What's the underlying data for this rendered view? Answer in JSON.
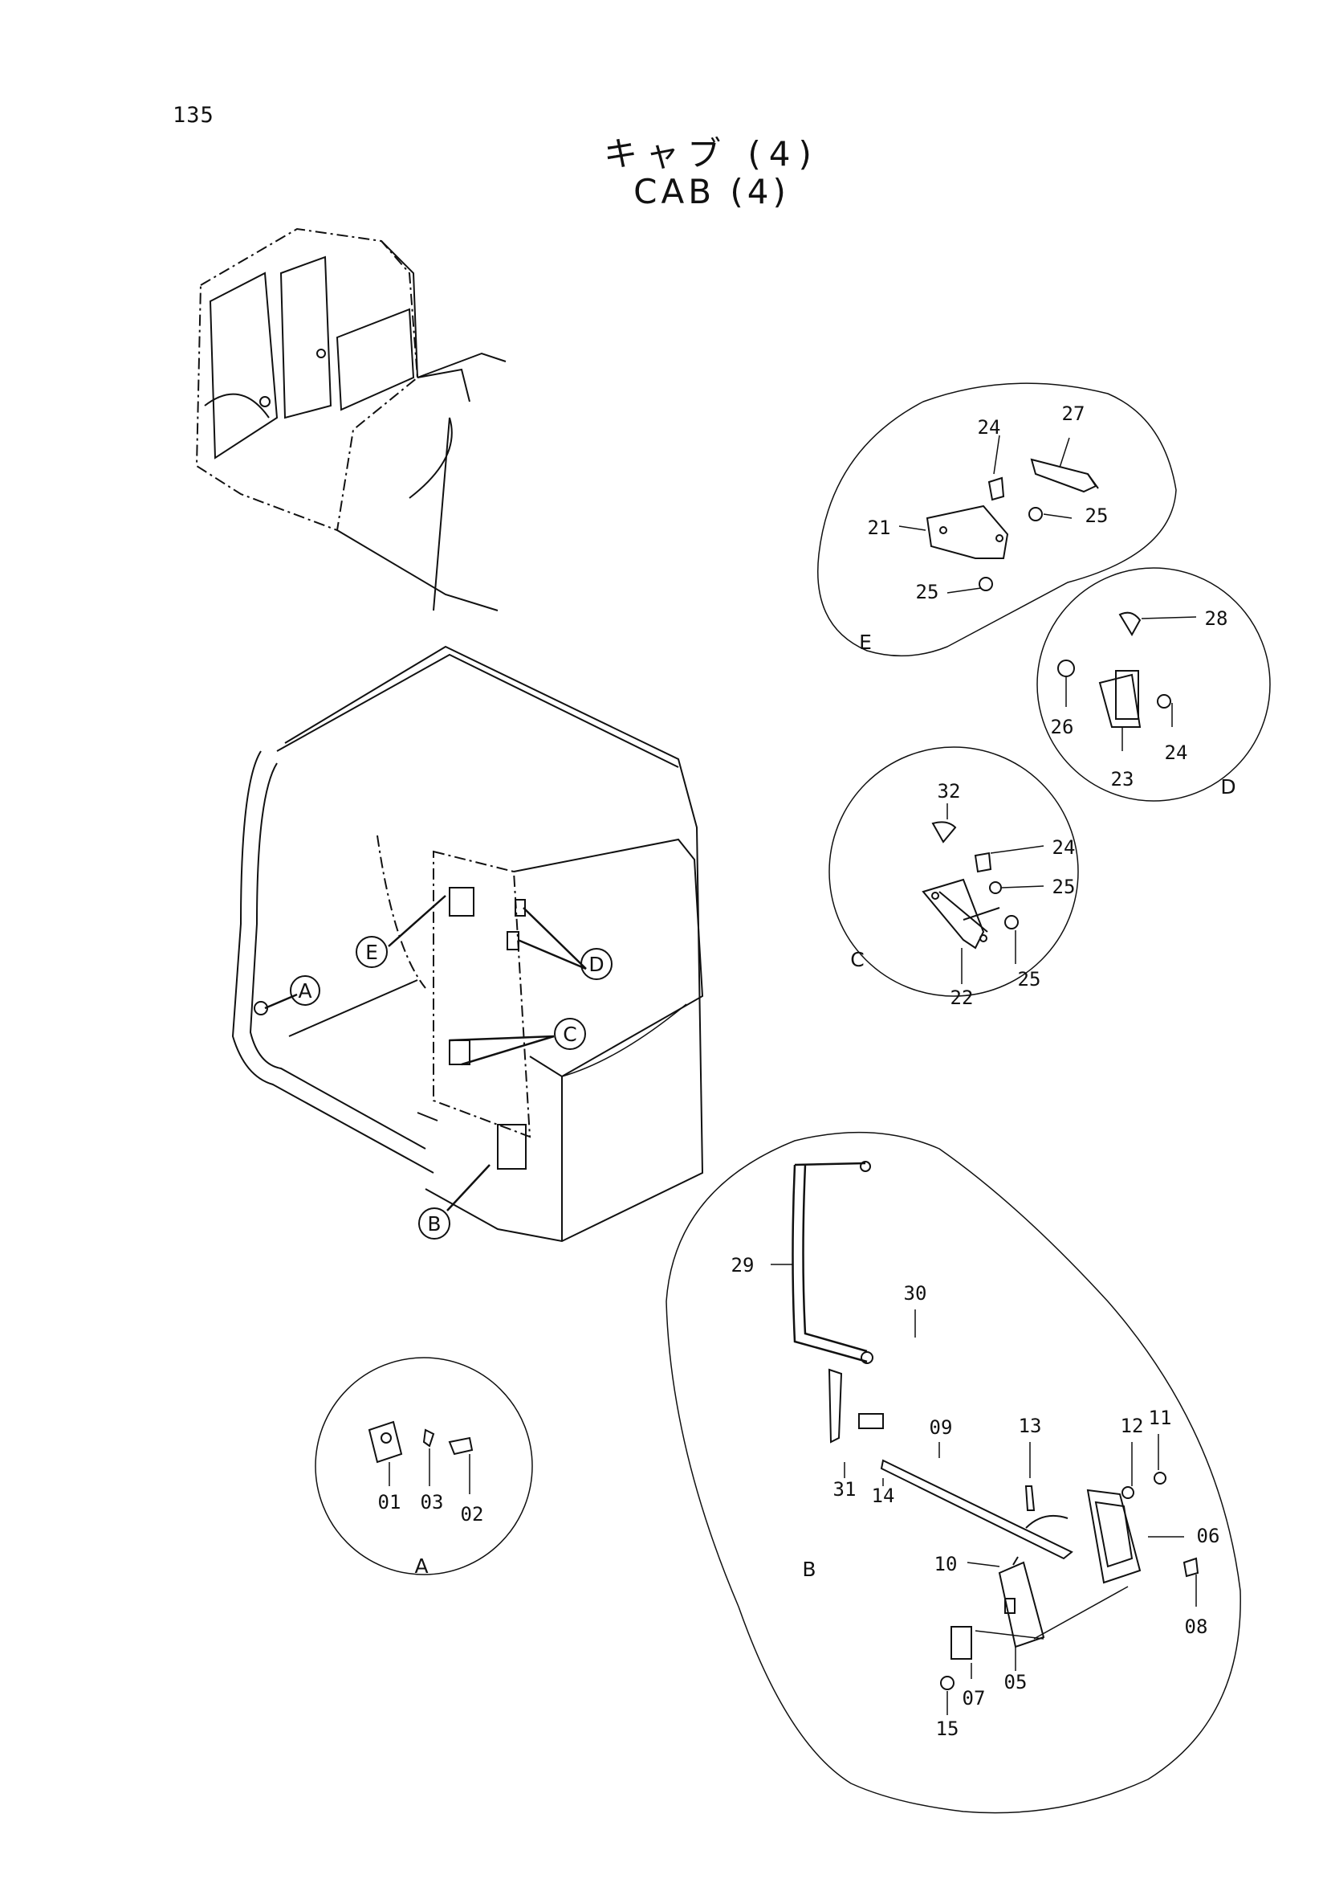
{
  "page": {
    "number": "135"
  },
  "title": {
    "japanese": "キャブ (4)",
    "english": "CAB (4)"
  },
  "callouts": [
    "A",
    "B",
    "C",
    "D",
    "E"
  ],
  "details": {
    "A": {
      "letter": "A",
      "parts": [
        "01",
        "03",
        "02"
      ]
    },
    "B": {
      "letter": "B",
      "parts": [
        "29",
        "30",
        "31",
        "14",
        "09",
        "13",
        "12",
        "11",
        "06",
        "10",
        "08",
        "05",
        "07",
        "15"
      ]
    },
    "C": {
      "letter": "C",
      "parts": [
        "32",
        "24",
        "25",
        "22",
        "25"
      ]
    },
    "D": {
      "letter": "D",
      "parts": [
        "28",
        "26",
        "24",
        "23"
      ]
    },
    "E": {
      "letter": "E",
      "parts": [
        "24",
        "27",
        "21",
        "25",
        "25"
      ]
    }
  }
}
